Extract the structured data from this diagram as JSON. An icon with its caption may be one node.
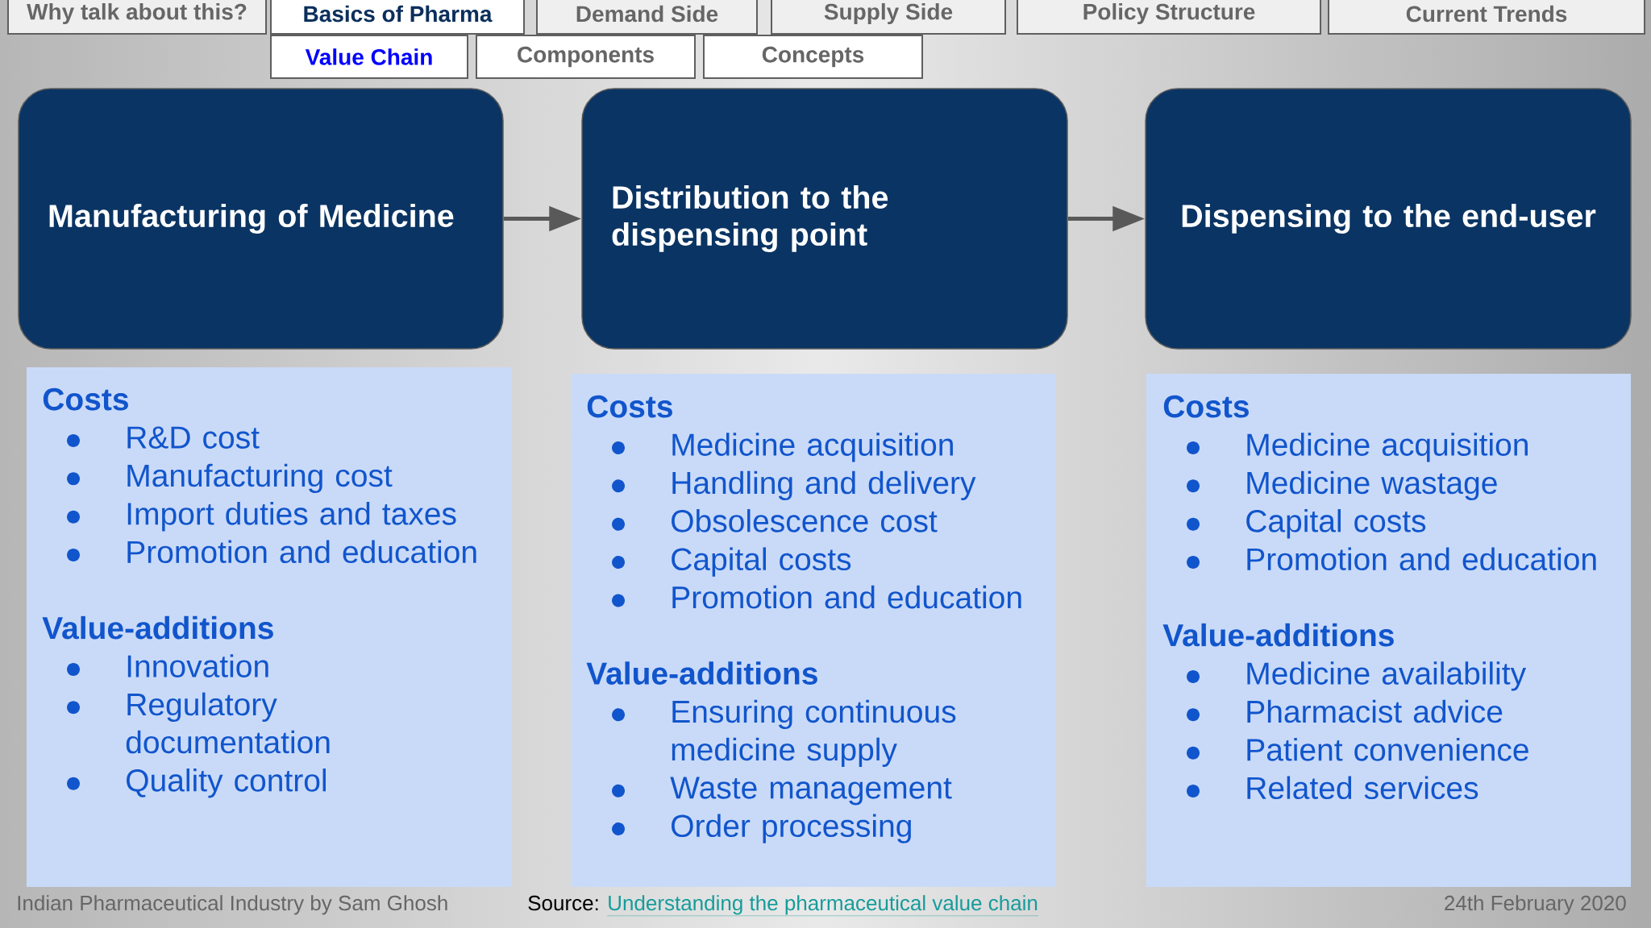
{
  "diagram": {
    "nodes": [
      {
        "text": [
          "Why talk about this?"
        ]
      },
      {
        "text": [
          "Basics of Pharma"
        ]
      },
      {
        "text": [
          "Demand Side"
        ]
      },
      {
        "text": [
          "Supply Side"
        ]
      },
      {
        "text": [
          "Policy Structure"
        ]
      },
      {
        "text": [
          "Current Trends"
        ]
      },
      {
        "text": [
          "Value Chain"
        ]
      },
      {
        "text": [
          "Components"
        ]
      },
      {
        "text": [
          "Concepts"
        ]
      },
      {
        "text": [
          "Manufacturing of Medicine"
        ]
      },
      {
        "text": [
          "Distribution to the dispensing point"
        ]
      },
      {
        "text": [
          "Dispensing to the end-user"
        ]
      },
      {
        "text": [
          "Costs",
          "R&D cost",
          "Manufacturing cost",
          "Import duties and taxes",
          "Promotion and education",
          "Value-additions",
          "Innovation",
          "Regulatory documentation",
          "Quality control"
        ]
      },
      {
        "text": [
          "Costs",
          "Medicine acquisition",
          "Handling and delivery",
          "Obsolescence cost",
          "Capital costs",
          "Promotion and education",
          "Value-additions",
          "Ensuring continuous medicine supply",
          "Waste management",
          "Order processing"
        ]
      },
      {
        "text": [
          "Costs",
          "Medicine acquisition",
          "Medicine wastage",
          "Capital costs",
          "Promotion and education",
          "Value-additions",
          "Medicine availability",
          "Pharmacist advice",
          "Patient convenience",
          "Related services"
        ]
      }
    ],
    "edges": [
      {
        "from": 9,
        "to": 10,
        "arrow": "to"
      },
      {
        "from": 10,
        "to": 11,
        "arrow": "to"
      }
    ],
    "labels": [
      "Indian Pharmaceutical Industry by Sam Ghosh",
      "Source:",
      "Understanding the pharmaceutical value chain",
      "24th February 2020"
    ]
  }
}
